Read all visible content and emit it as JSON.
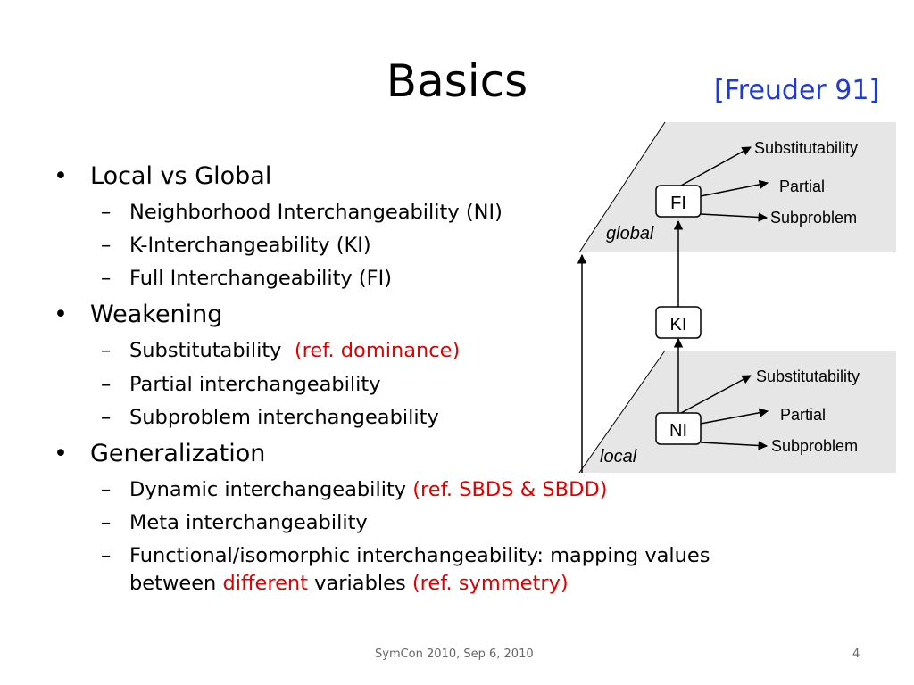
{
  "slide": {
    "title": "Basics",
    "reference": "[Freuder 91]",
    "footer_text": "SymCon 2010, Sep 6, 2010",
    "page_number": "4"
  },
  "bullets": {
    "b1": {
      "bullet": "•",
      "label": "Local vs Global",
      "items": [
        "Neighborhood Interchangeability (NI)",
        "K-Interchangeability (KI)",
        "Full Interchangeability (FI)"
      ]
    },
    "b2": {
      "bullet": "•",
      "label": "Weakening",
      "items": [
        {
          "text": "Substitutability",
          "ref": "(ref. dominance)"
        },
        {
          "text": "Partial interchangeability"
        },
        {
          "text": "Subproblem interchangeability"
        }
      ]
    },
    "b3": {
      "bullet": "•",
      "label": "Generalization",
      "items": [
        {
          "text": "Dynamic interchangeability",
          "ref": "(ref. SBDS & SBDD)"
        },
        {
          "text": "Meta interchangeability"
        },
        {
          "line1": "Functional/isomorphic interchangeability: mapping values",
          "line2_a": "between",
          "line2_red": "different",
          "line2_b": "variables",
          "line2_ref": "(ref. symmetry)"
        }
      ]
    },
    "dash": "–"
  },
  "diagram": {
    "global_label": "global",
    "local_label": "local",
    "boxes": {
      "fi": "FI",
      "ki": "KI",
      "ni": "NI"
    },
    "global_targets": [
      "Substitutability",
      "Partial",
      "Subproblem"
    ],
    "local_targets": [
      "Substitutability",
      "Partial",
      "Subproblem"
    ]
  },
  "colors": {
    "reference": "#1f3cd0",
    "highlight": "#e00000",
    "plane": "#e6e6e6"
  }
}
